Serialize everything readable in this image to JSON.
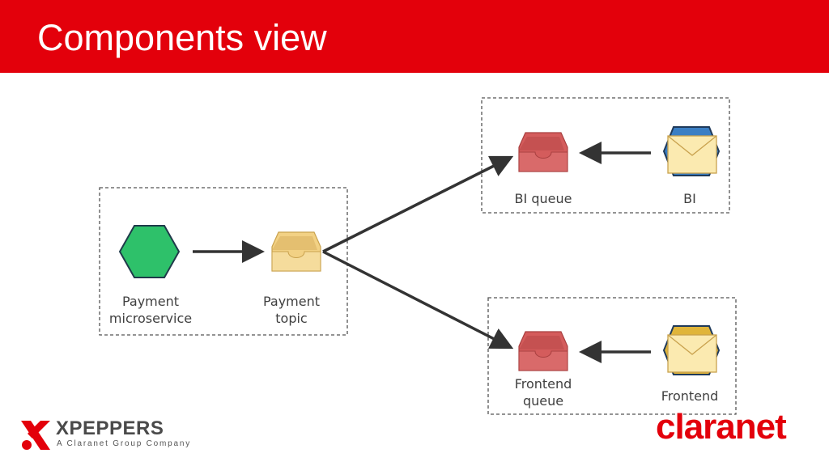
{
  "header": {
    "title": "Components view"
  },
  "nodes": {
    "payment_microservice": {
      "label": "Payment\nmicroservice"
    },
    "payment_topic": {
      "label": "Payment\ntopic"
    },
    "bi_queue": {
      "label": "BI queue"
    },
    "bi": {
      "label": "BI"
    },
    "frontend_queue": {
      "label": "Frontend\nqueue"
    },
    "frontend": {
      "label": "Frontend"
    }
  },
  "edges": [
    {
      "from": "payment_microservice",
      "to": "payment_topic"
    },
    {
      "from": "payment_topic",
      "to": "bi_queue"
    },
    {
      "from": "payment_topic",
      "to": "frontend_queue"
    },
    {
      "from": "bi",
      "to": "bi_queue"
    },
    {
      "from": "frontend",
      "to": "frontend_queue"
    }
  ],
  "footer": {
    "xpeppers_name": "XPEPPERS",
    "xpeppers_tagline": "A Claranet Group Company",
    "claranet": "claranet"
  },
  "colors": {
    "header": "#e3000b",
    "microservice": "#2ec16a",
    "topic": "#f2d184",
    "queue": "#d45c5c",
    "bi_hexagon": "#3b7fc4",
    "frontend_hexagon": "#e0b53a",
    "envelope": "#fbeab0",
    "arrow": "#333333"
  },
  "icons": {
    "microservice": "hexagon-icon",
    "topic": "inbox-tray-icon",
    "queue": "inbox-tray-icon",
    "producer": "envelope-icon"
  }
}
